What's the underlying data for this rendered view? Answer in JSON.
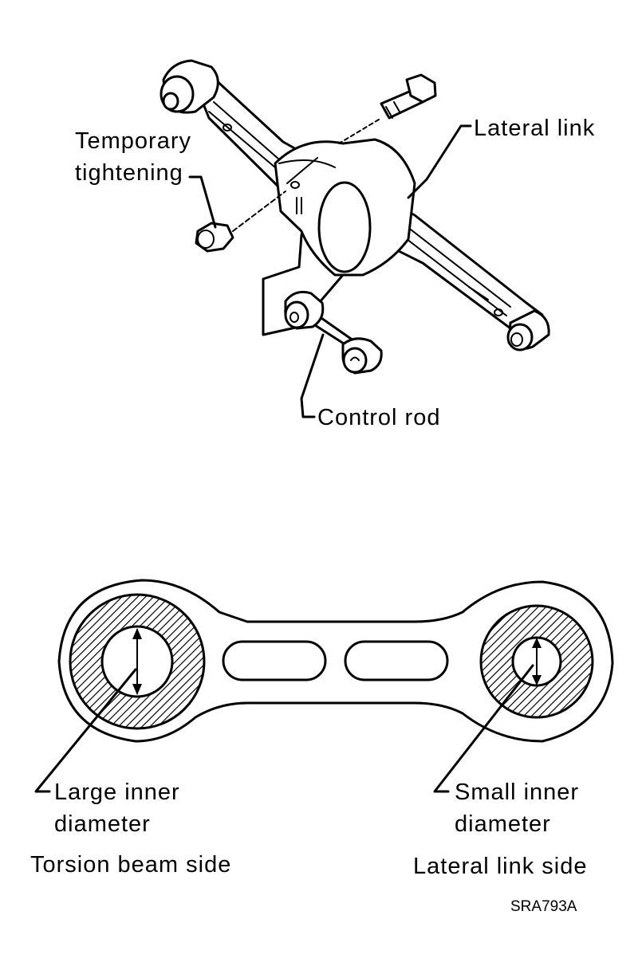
{
  "labels": {
    "temporary_tightening_line1": "Temporary",
    "temporary_tightening_line2": "tightening",
    "lateral_link": "Lateral link",
    "control_rod": "Control rod",
    "large_inner_line1": "Large inner",
    "large_inner_line2": "diameter",
    "small_inner_line1": "Small inner",
    "small_inner_line2": "diameter",
    "torsion_beam_side": "Torsion beam side",
    "lateral_link_side": "Lateral link side",
    "figure_code": "SRA793A"
  },
  "icons": [
    "bolt-icon",
    "nut-icon",
    "bushing-icon"
  ]
}
